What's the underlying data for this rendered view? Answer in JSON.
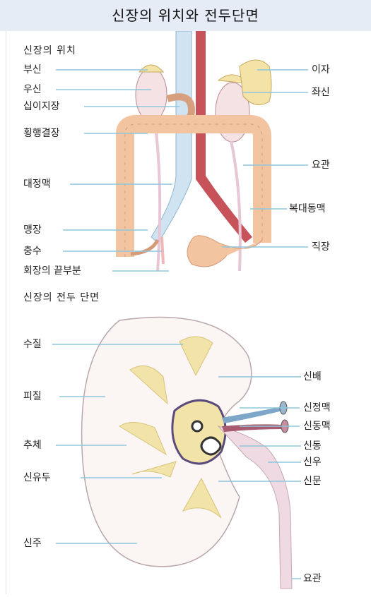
{
  "title": "신장의 위치와 전두단면",
  "section_position": "신장의 위치",
  "section_cross": "신장의 전두 단면",
  "labels_position_left": [
    "부신",
    "우신",
    "십이지장",
    "횡행결장",
    "대정맥",
    "맹장",
    "충수",
    "회장의 끝부분"
  ],
  "labels_position_right": [
    "이자",
    "좌신",
    "요관",
    "복대동맥",
    "직장"
  ],
  "labels_cross_left": [
    "수질",
    "피질",
    "추체",
    "신유두",
    "신주"
  ],
  "labels_cross_right": [
    "신배",
    "신정맥",
    "신동맥",
    "신동",
    "신우",
    "신문",
    "요관"
  ],
  "colors": {
    "header_bg": "#e5ecf6",
    "leader_line": "#8fc6dd",
    "colon": "#f2c4a0",
    "vena_cava": "#cfe3f0",
    "aorta": "#c8525a",
    "kidney_cortex": "#fbf6f4",
    "medulla": "#f2e4a8",
    "ureter": "#efd9e2"
  }
}
